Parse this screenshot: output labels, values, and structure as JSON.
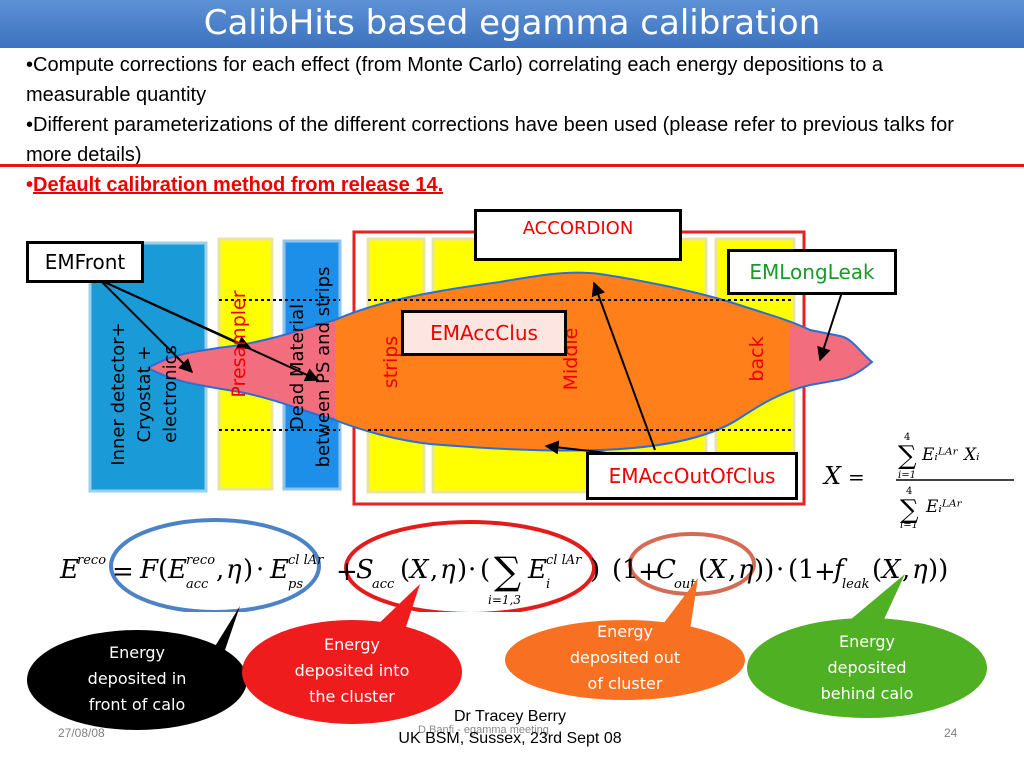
{
  "title": "CalibHits based egamma calibration",
  "bullets": {
    "b1": "•Compute corrections for each effect (from Monte Carlo) correlating each energy depositions to a measurable quantity",
    "b2": "•Different parameterizations of the different corrections have been used (please refer to previous talks for more details)",
    "b3_bullet": "•",
    "b3_text": "Default calibration method from release 14."
  },
  "diagram": {
    "accordion_label": "ACCORDION",
    "emfront_label": "EMFront",
    "emlongleak_label": "EMLongLeak",
    "emaccclus_label": "EMAccClus",
    "emaccoutofclus_label": "EMAccOutOfClus",
    "inner_detector_text": "Inner detector+\nCryostat +\nelectronics",
    "presampler_text": "Presampler",
    "dead_material_text": "Dead Material\nbetween PS and strips",
    "strips_text": "strips",
    "middle_text": "Middle",
    "back_text": "back",
    "colors": {
      "inner_detector": "#1a9bd7",
      "presampler": "#ffff00",
      "dead_material": "#1e8fe8",
      "accordion_layers": "#ffff00",
      "shower": "#ff7f1a",
      "shower_tail": "#f26d7d",
      "frame_red": "#e62020",
      "label_red": "#ee0000",
      "label_green": "#1a9a2a"
    }
  },
  "x_formula": {
    "lhs": "X",
    "eq": "=",
    "sum_upper": "4",
    "sum_lower": "i=1",
    "numerator_term": "Eᵢᴸᴬʳ Xᵢ",
    "denominator_term": "Eᵢᴸᴬʳ"
  },
  "energy_formula": {
    "E": "E",
    "reco": "reco",
    "F": "F",
    "acc": "acc",
    "eta": "η",
    "cl_lar": "cl lAr",
    "ps": "ps",
    "S": "S",
    "X": "X",
    "sum_sub": "i=1,3",
    "i": "i",
    "one": "1",
    "C": "C",
    "out": "out",
    "f": "f",
    "leak": "leak"
  },
  "bubbles": [
    {
      "text": "Energy\ndeposited in\nfront of calo",
      "color": "#000000"
    },
    {
      "text": "Energy\ndeposited into\nthe cluster",
      "color": "#ee1c1c"
    },
    {
      "text": "Energy\ndeposited out\nof cluster",
      "color": "#f87122"
    },
    {
      "text": "Energy\ndeposited\nbehind calo",
      "color": "#4fb024"
    }
  ],
  "footer": {
    "date": "27/08/08",
    "credit_line1": "Dr Tracey Berry",
    "credit_line2": "UK BSM, Sussex, 23rd Sept 08",
    "faint": "D.Banfi - egamma meeting",
    "page": "24"
  }
}
